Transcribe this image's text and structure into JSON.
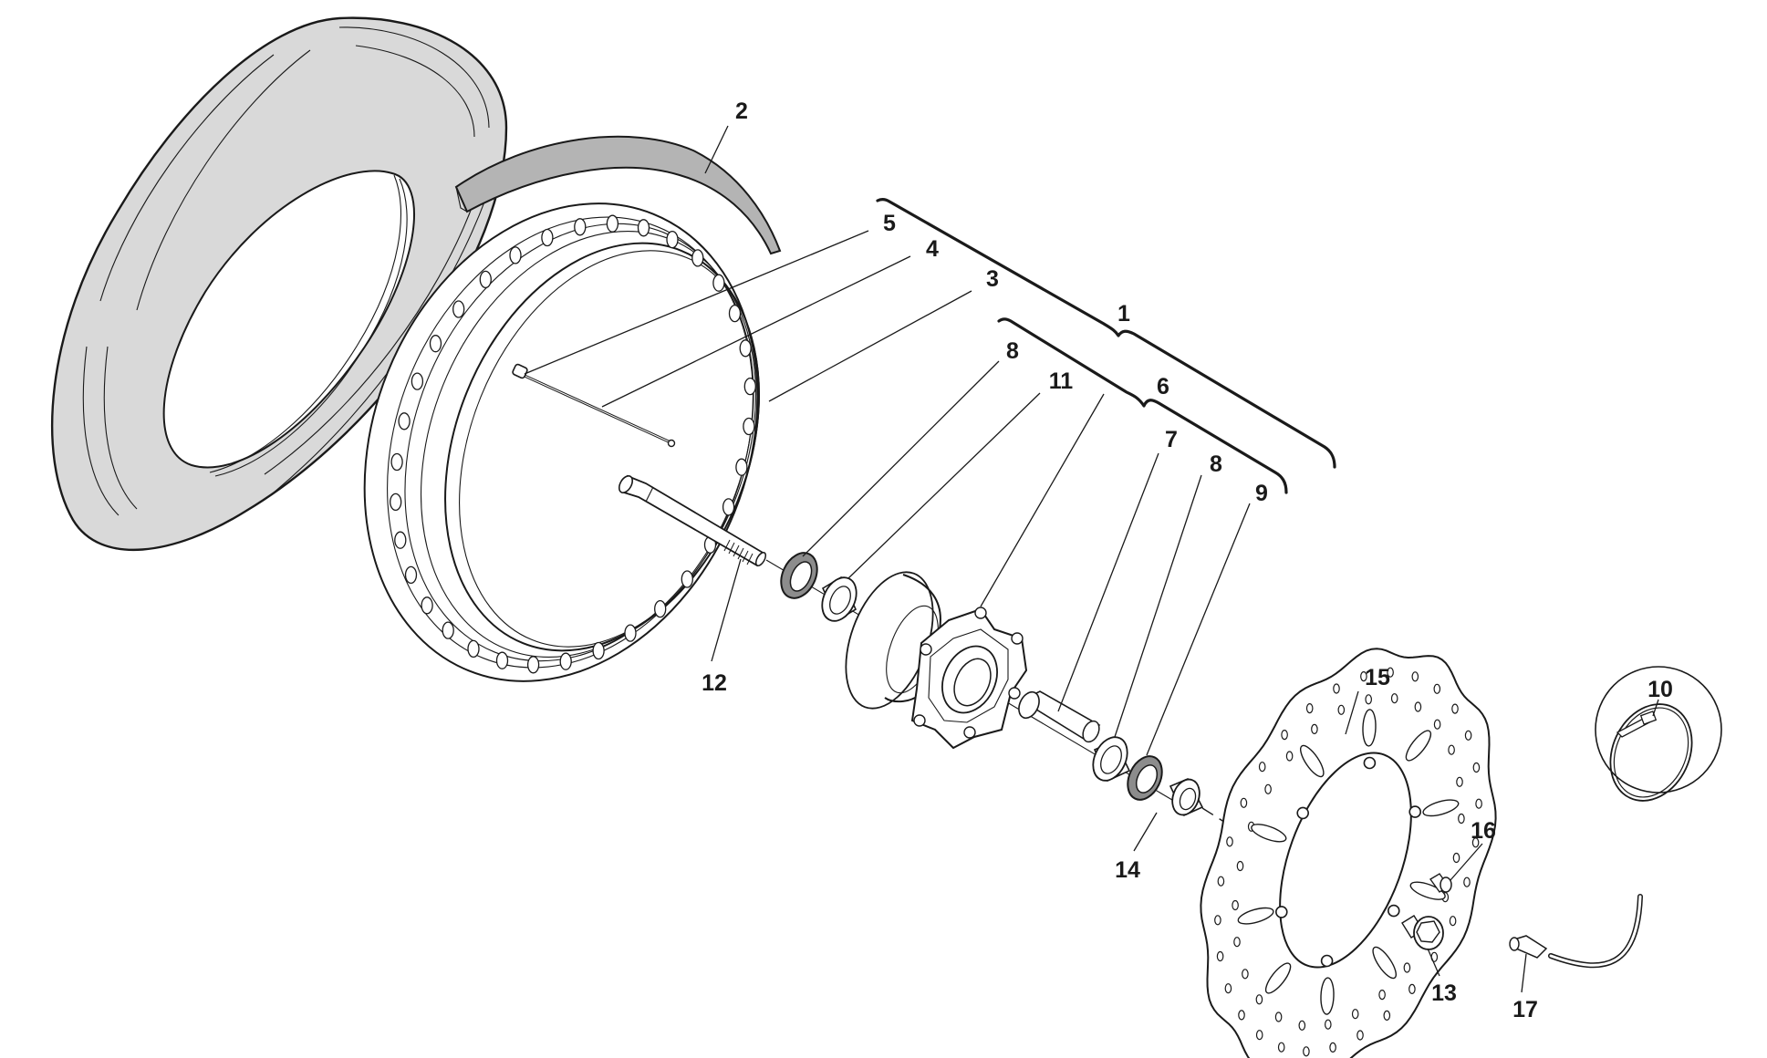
{
  "diagram": {
    "colors": {
      "line": "#1a1a1a",
      "tire_fill": "#d9d9d9",
      "rim_strip_fill": "#b4b4b4",
      "background": "#ffffff"
    },
    "callouts": [
      {
        "id": "c2",
        "label": "2"
      },
      {
        "id": "c5",
        "label": "5"
      },
      {
        "id": "c4",
        "label": "4"
      },
      {
        "id": "c3",
        "label": "3"
      },
      {
        "id": "c1",
        "label": "1"
      },
      {
        "id": "c8a",
        "label": "8"
      },
      {
        "id": "c11",
        "label": "11"
      },
      {
        "id": "c6",
        "label": "6"
      },
      {
        "id": "c7",
        "label": "7"
      },
      {
        "id": "c8b",
        "label": "8"
      },
      {
        "id": "c9",
        "label": "9"
      },
      {
        "id": "c12",
        "label": "12"
      },
      {
        "id": "c15",
        "label": "15"
      },
      {
        "id": "c10",
        "label": "10"
      },
      {
        "id": "c16",
        "label": "16"
      },
      {
        "id": "c14",
        "label": "14"
      },
      {
        "id": "c13",
        "label": "13"
      },
      {
        "id": "c17",
        "label": "17"
      }
    ],
    "parts": [
      {
        "name": "tire",
        "icon": "tire-icon"
      },
      {
        "name": "rim-strip",
        "icon": "rim-strip-icon"
      },
      {
        "name": "rim",
        "icon": "rim-icon"
      },
      {
        "name": "spoke",
        "icon": "spoke-icon"
      },
      {
        "name": "spoke-nipple",
        "icon": "nipple-icon"
      },
      {
        "name": "wheel-axle",
        "icon": "axle-icon"
      },
      {
        "name": "oil-seal",
        "icon": "seal-icon"
      },
      {
        "name": "bearing",
        "icon": "bearing-icon"
      },
      {
        "name": "wheel-hub",
        "icon": "hub-icon"
      },
      {
        "name": "spacer",
        "icon": "spacer-icon"
      },
      {
        "name": "spacer-bush",
        "icon": "bush-icon"
      },
      {
        "name": "brake-disc",
        "icon": "disc-icon"
      },
      {
        "name": "disc-screw",
        "icon": "screw-icon"
      },
      {
        "name": "flange-bolt",
        "icon": "bolt-icon"
      },
      {
        "name": "speed-sensor",
        "icon": "sensor-icon"
      },
      {
        "name": "cable-tie",
        "icon": "cable-tie-icon"
      }
    ]
  }
}
